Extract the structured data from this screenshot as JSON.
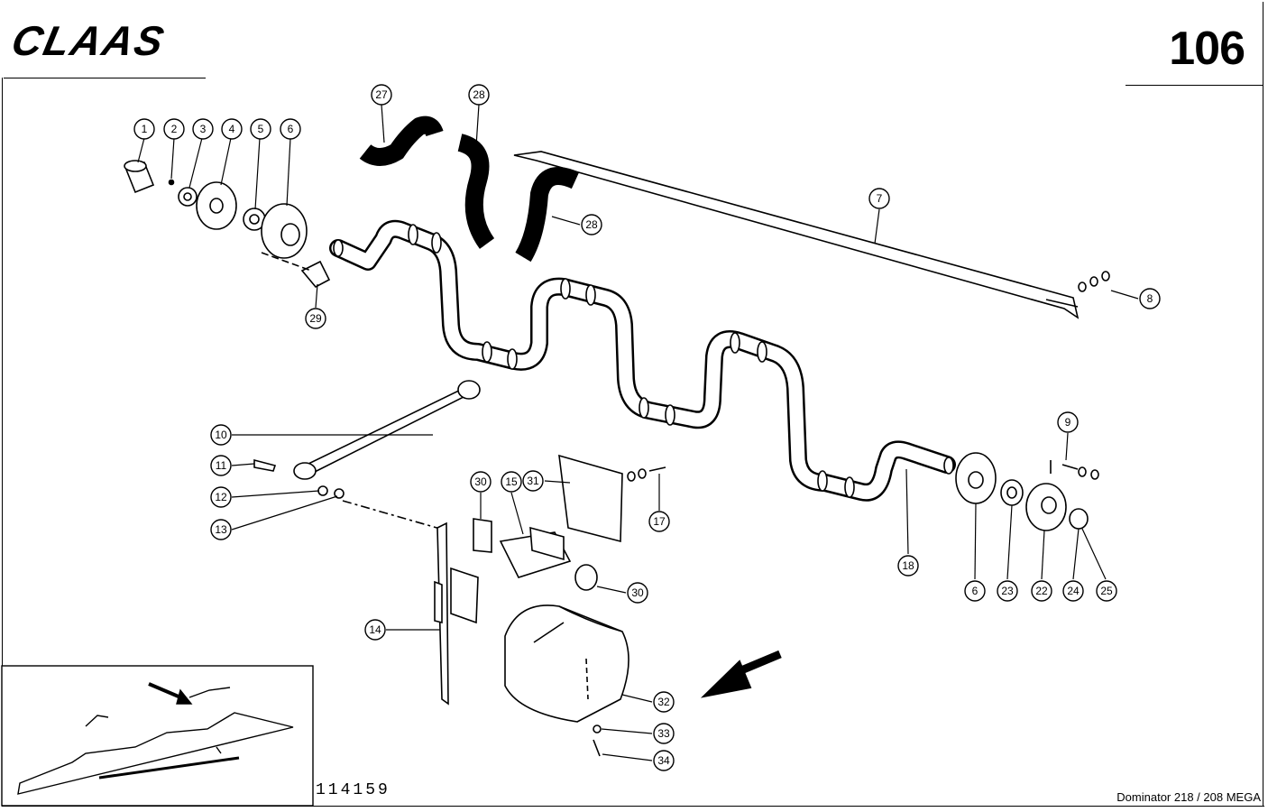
{
  "header": {
    "brand": "CLAAS",
    "page_number": "106"
  },
  "footer": {
    "drawing_number": "114159",
    "model": "Dominator 218 / 208 MEGA"
  },
  "callouts": [
    "1",
    "2",
    "3",
    "4",
    "5",
    "6",
    "7",
    "8",
    "9",
    "10",
    "11",
    "12",
    "13",
    "14",
    "15",
    "17",
    "18",
    "22",
    "23",
    "24",
    "25",
    "27",
    "28",
    "28",
    "29",
    "30",
    "30",
    "31",
    "32",
    "33",
    "34",
    "6"
  ]
}
